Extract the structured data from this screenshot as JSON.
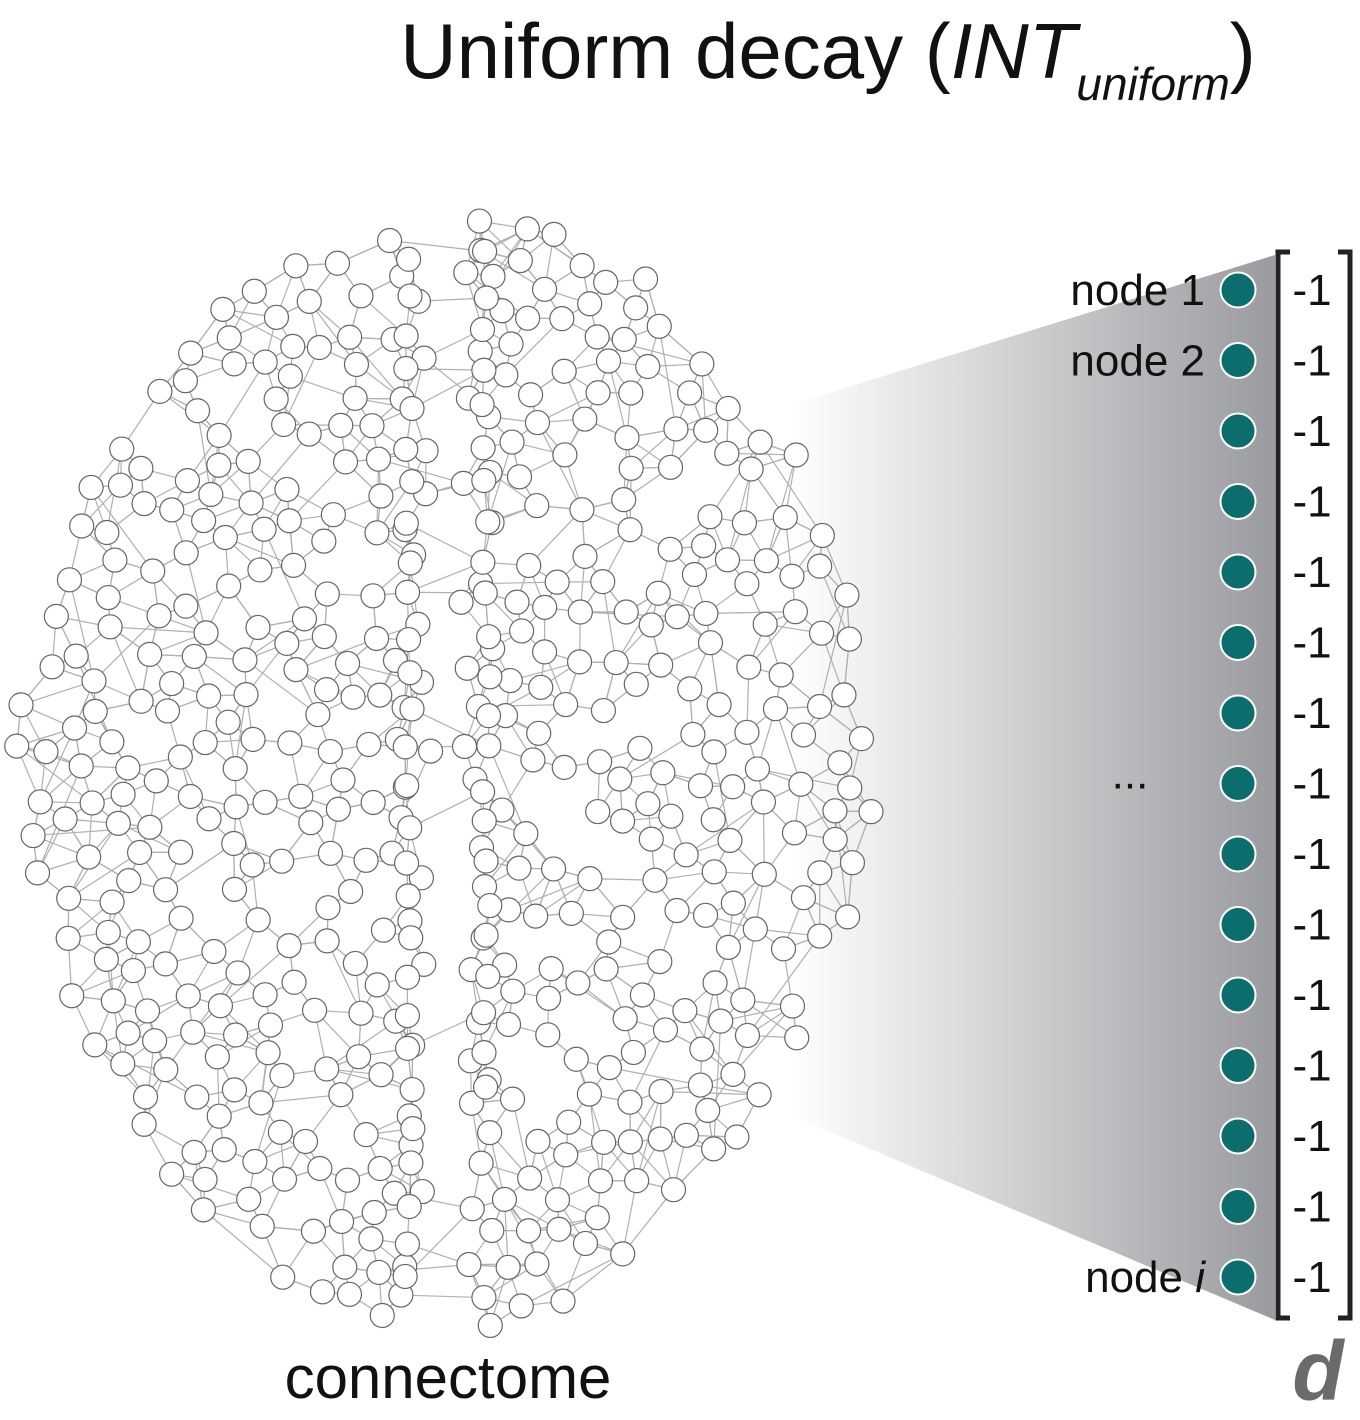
{
  "title": {
    "main": "Uniform decay (",
    "italic": "INT",
    "subscript": "uniform",
    "close": ")"
  },
  "connectome_label": "connectome",
  "vector": {
    "name": "d",
    "values": [
      "-1",
      "-1",
      "-1",
      "-1",
      "-1",
      "-1",
      "-1",
      "-1",
      "-1",
      "-1",
      "-1",
      "-1",
      "-1",
      "-1",
      "-1"
    ],
    "row_labels": [
      {
        "index": 0,
        "text": "node 1"
      },
      {
        "index": 1,
        "text": "node 2"
      },
      {
        "index": 7,
        "text": "..."
      },
      {
        "index": 14,
        "text": "node ",
        "italic": "i"
      }
    ]
  },
  "colors": {
    "node_dot": "#0c6e6c",
    "edge": "#b0b0b0",
    "bracket": "#222222",
    "gradient_end": "#9a9b9f"
  }
}
